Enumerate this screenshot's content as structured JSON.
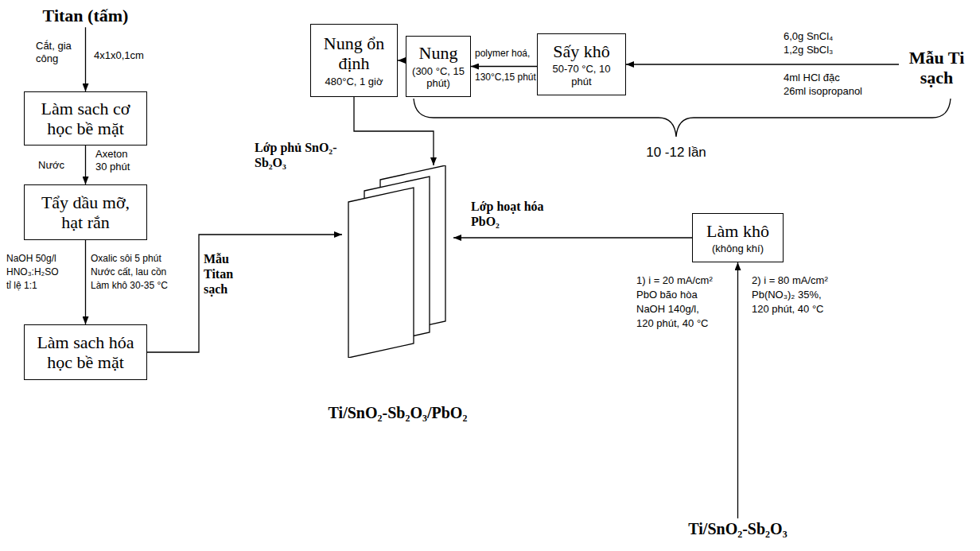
{
  "diagram": {
    "nodes": [
      {
        "text": [
          "Titan (tấm)"
        ]
      },
      {
        "text": [
          "Làm sach cơ học bề mặt"
        ]
      },
      {
        "text": [
          "Tẩy dầu mỡ, hạt rắn"
        ]
      },
      {
        "text": [
          "Làm sach hóa học bề mặt"
        ]
      },
      {
        "text": [
          "Nung ổn định",
          "480°C, 1 giờ"
        ]
      },
      {
        "text": [
          "Nung",
          "(300 °C, 15 phút)"
        ]
      },
      {
        "text": [
          "Sấy khô",
          "50-70 °C, 10 phút"
        ]
      },
      {
        "text": [
          "Mẫu Ti sạch"
        ]
      },
      {
        "text": [
          "Ti/SnO₂-Sb₂O₃/PbO₂"
        ]
      },
      {
        "text": [
          "Làm khô",
          "(không khí)"
        ]
      },
      {
        "text": [
          "Ti/SnO₂-Sb₂O₃"
        ]
      }
    ],
    "edges": [
      {
        "from": 0,
        "to": 1,
        "arrow": "to"
      },
      {
        "from": 1,
        "to": 2,
        "arrow": "to"
      },
      {
        "from": 2,
        "to": 3,
        "arrow": "to"
      },
      {
        "from": 3,
        "to": 8,
        "arrow": "to",
        "label": "Mẫu Titan sạch"
      },
      {
        "from": 7,
        "to": 6,
        "arrow": "to"
      },
      {
        "from": 6,
        "to": 5,
        "arrow": "to"
      },
      {
        "from": 5,
        "to": 4,
        "arrow": "to"
      },
      {
        "from": 4,
        "to": 8,
        "arrow": "to",
        "label": "Lớp phủ SnO₂-Sb₂O₃"
      },
      {
        "from": 9,
        "to": 8,
        "arrow": "to",
        "label": "Lớp hoạt hóa PbO₂"
      },
      {
        "from": 10,
        "to": 9,
        "arrow": "to"
      }
    ],
    "labels": [
      "Cắt, gia công",
      "4x1x0,1cm",
      "Nước",
      "Axeton 30 phút",
      "NaOH 50g/l",
      "HNO₃:H₂SO",
      "tỉ lệ 1:1",
      "Oxalic sôi 5 phút",
      "Nước cất, lau cồn",
      "Làm khô 30-35 °C",
      "6,0g SnCl₄",
      "1,2g SbCl₃",
      "4ml HCl đặc",
      "26ml isopropanol",
      "polymer hoá,",
      "130°C,15 phút",
      "10 -12 lần",
      "1) i = 20 mA/cm²",
      "PbO bão hòa",
      "NaOH 140g/l,",
      "120 phút, 40 °C",
      "2) i = 80 mA/cm²",
      "Pb(NO₃)₂ 35%,",
      "120 phút, 40 °C"
    ]
  }
}
